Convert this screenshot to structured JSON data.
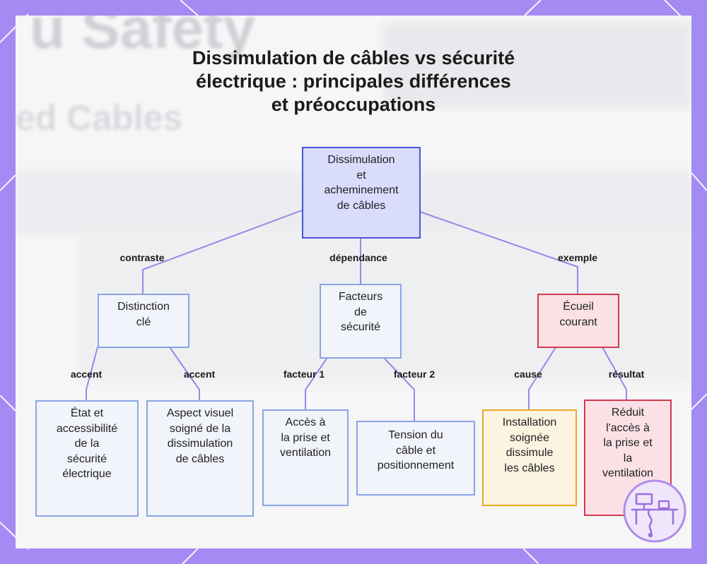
{
  "title": [
    "Dissimulation de câbles vs sécurité",
    "électrique : principales différences",
    "et préoccupations"
  ],
  "background_text": [
    "u Safety",
    "ed Cables"
  ],
  "nodes": {
    "root": [
      "Dissimulation",
      "et",
      "acheminement",
      "de câbles"
    ],
    "distinction": [
      "Distinction",
      "clé"
    ],
    "facteurs": [
      "Facteurs",
      "de",
      "sécurité"
    ],
    "ecueil": [
      "Écueil",
      "courant"
    ],
    "etat": [
      "État et",
      "accessibilité",
      "de la",
      "sécurité",
      "électrique"
    ],
    "aspect": [
      "Aspect visuel",
      "soigné de la",
      "dissimulation",
      "de câbles"
    ],
    "acces": [
      "Accès à",
      "la prise et",
      "ventilation"
    ],
    "tension": [
      "Tension du",
      "câble et",
      "positionnement"
    ],
    "installation": [
      "Installation",
      "soignée",
      "dissimule",
      "les câbles"
    ],
    "reduit": [
      "Réduit",
      "l'accès à",
      "la prise et",
      "la",
      "ventilation"
    ]
  },
  "edges": {
    "contraste": "contraste",
    "dependance": "dépendance",
    "exemple": "exemple",
    "accent1": "accent",
    "accent2": "accent",
    "facteur1": "facteur 1",
    "facteur2": "facteur 2",
    "cause": "cause",
    "resultat": "résultat"
  },
  "colors": {
    "frame": "#a48af2",
    "connector": "#9b86e6",
    "root_fill": "#d9dcfb",
    "root_border": "#4a55d9",
    "blue_border": "#8aa4e6",
    "red_border": "#d23a4e",
    "orange_border": "#eaa925"
  },
  "logo_icon": "desk-workstation-icon"
}
